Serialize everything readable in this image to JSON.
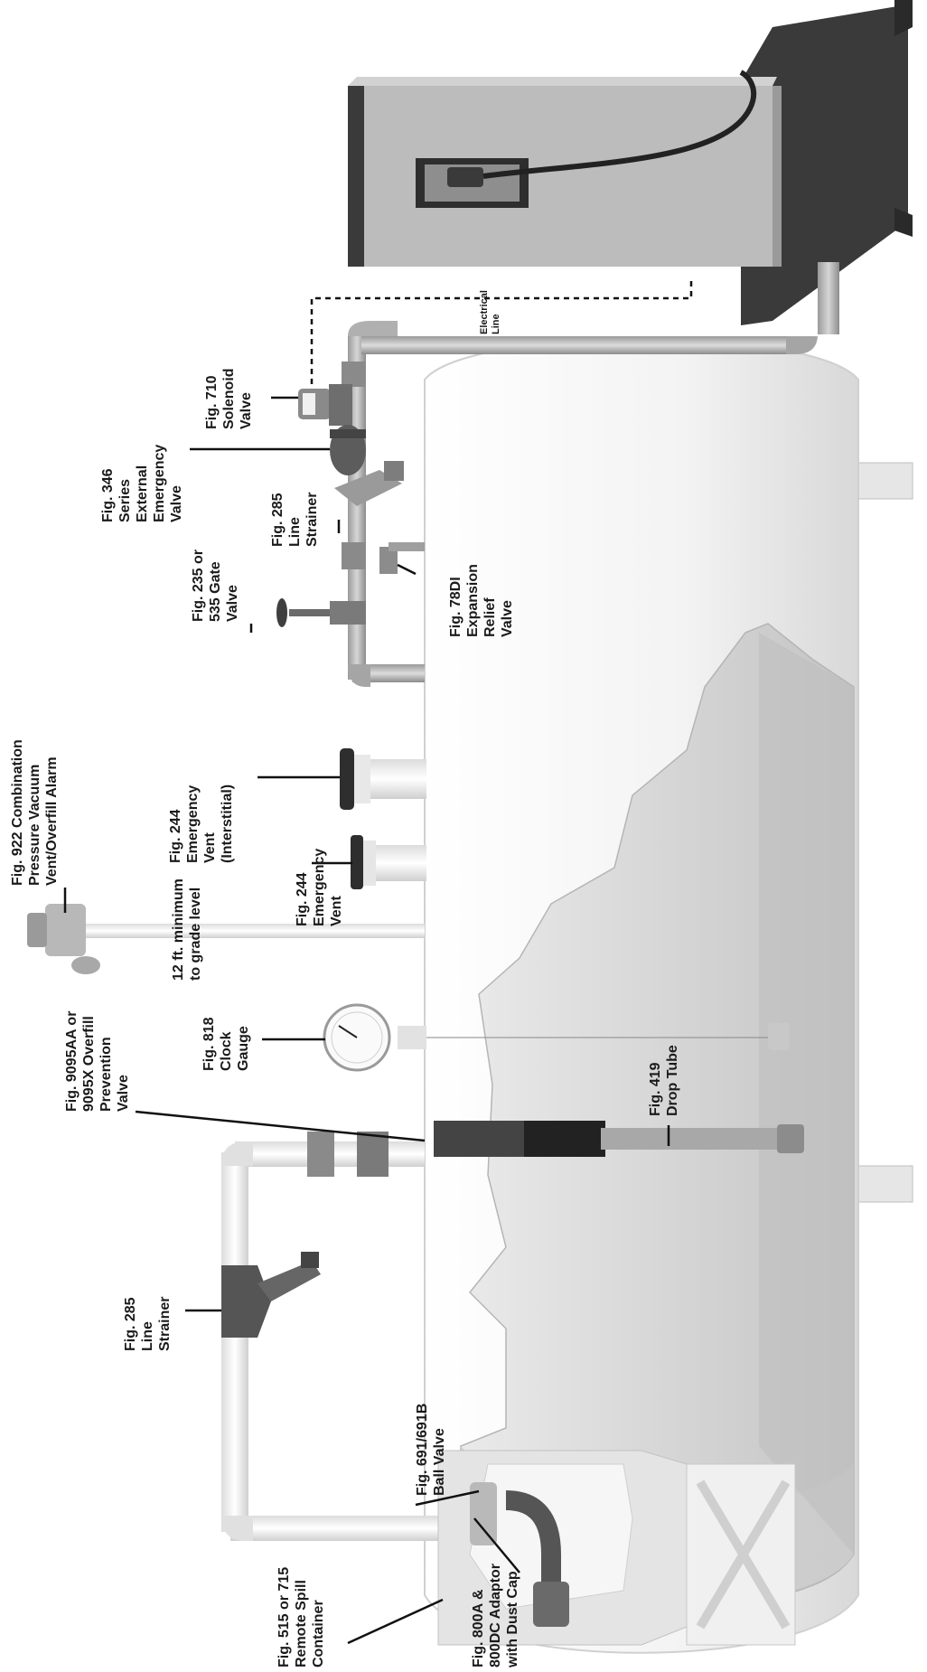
{
  "labels": {
    "fig922": "Fig. 922 Combination\nPressure Vacuum\nVent/Overfill Alarm",
    "fig9095": "Fig. 9095AA or\n9095X Overfill\nPrevention\nValve",
    "fig285_left": "Fig. 285\nLine\nStrainer",
    "fig515": "Fig. 515 or 715\nRemote Spill\nContainer",
    "fig800": "Fig. 800A &\n800DC Adaptor\nwith Dust Cap",
    "fig691": "Fig. 691/691B\nBall Valve",
    "fig818": "Fig. 818\nClock\nGauge",
    "grade": "12 ft. minimum\nto grade level",
    "fig419": "Fig. 419\nDrop Tube",
    "fig244_vent": "Fig. 244\nEmergency\nVent",
    "fig244_int": "Fig. 244\nEmergency\nVent\n(Interstitial)",
    "fig235": "Fig. 235 or\n535 Gate\nValve",
    "fig285_right": "Fig. 285\nLine\nStrainer",
    "fig78": "Fig. 78DI\nExpansion\nRelief\nValve",
    "fig346": "Fig. 346\nSeries\nExternal\nEmergency\nValve",
    "fig710": "Fig. 710\nSolenoid\nValve",
    "electrical": "Electrical\nLine"
  },
  "colors": {
    "tank": "#f4f4f4",
    "tank_edge": "#d9d9d9",
    "pipe": "#c9c9c9",
    "pipe_light": "#eeeeee",
    "fitting_dark": "#555555",
    "dispenser_body": "#bdbdbd",
    "dispenser_dark": "#3c3c3c",
    "text": "#1a1a1a"
  },
  "icons": [
    "tank",
    "dispenser",
    "pipe",
    "valve",
    "gauge",
    "vent",
    "spill-container"
  ]
}
